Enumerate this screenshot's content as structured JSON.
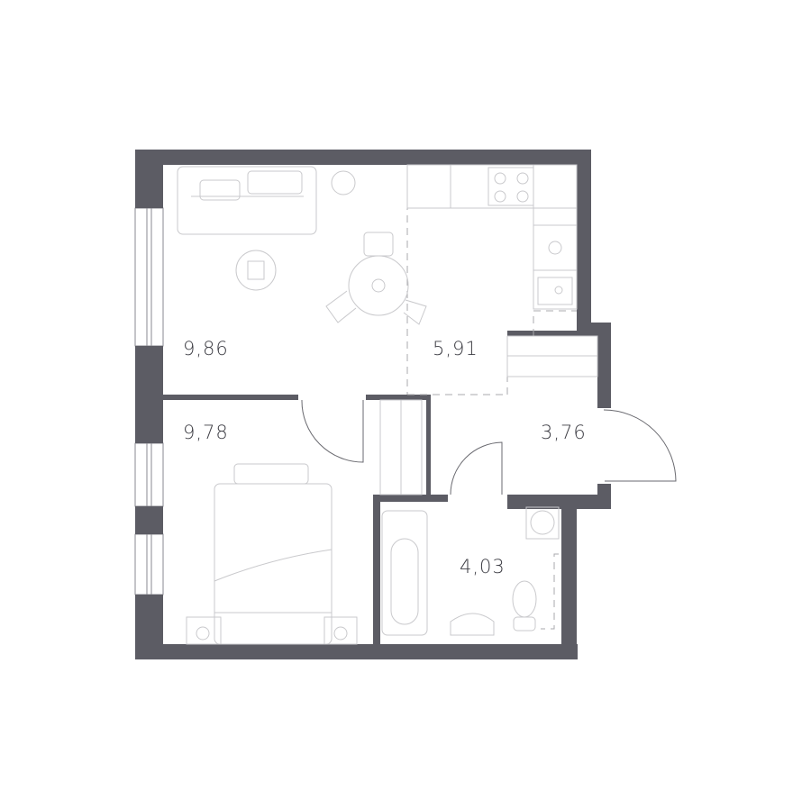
{
  "rooms": [
    {
      "id": "living-room",
      "area": "9,86"
    },
    {
      "id": "kitchen",
      "area": "5,91"
    },
    {
      "id": "bedroom",
      "area": "9,78"
    },
    {
      "id": "hallway",
      "area": "3,76"
    },
    {
      "id": "bathroom",
      "area": "4,03"
    }
  ],
  "colors": {
    "wall": "#5c5c64",
    "furniture": "#c9c9cc",
    "text": "#3d3d44"
  }
}
